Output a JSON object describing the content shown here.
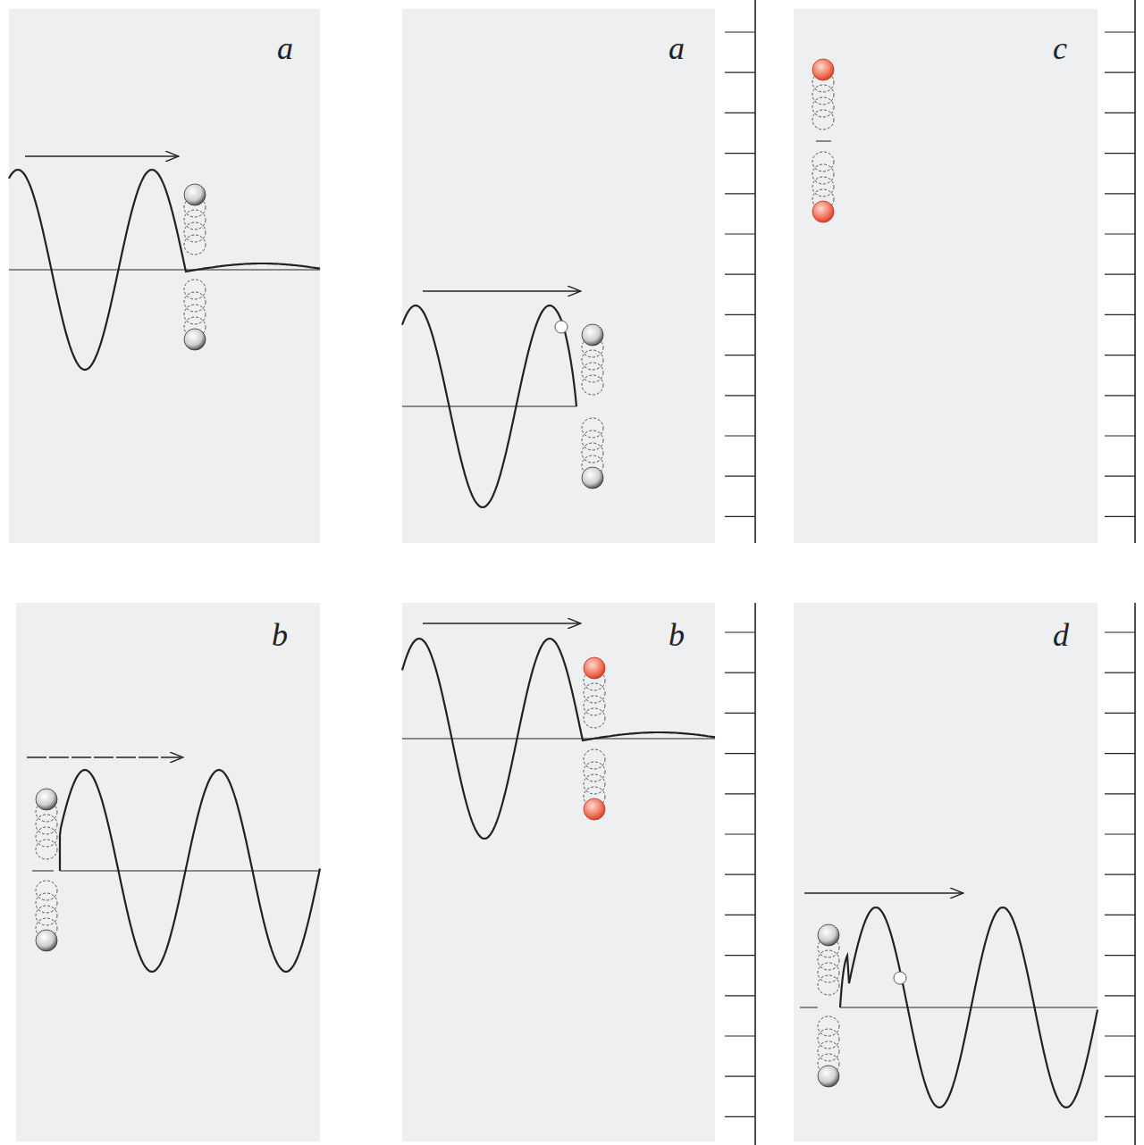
{
  "diagram": {
    "nodes": [
      {
        "text": [
          "a"
        ]
      },
      {
        "text": [
          "a"
        ]
      },
      {
        "text": [
          "c"
        ]
      },
      {
        "text": [
          "b"
        ]
      },
      {
        "text": [
          "b"
        ]
      },
      {
        "text": [
          "d"
        ]
      }
    ]
  }
}
